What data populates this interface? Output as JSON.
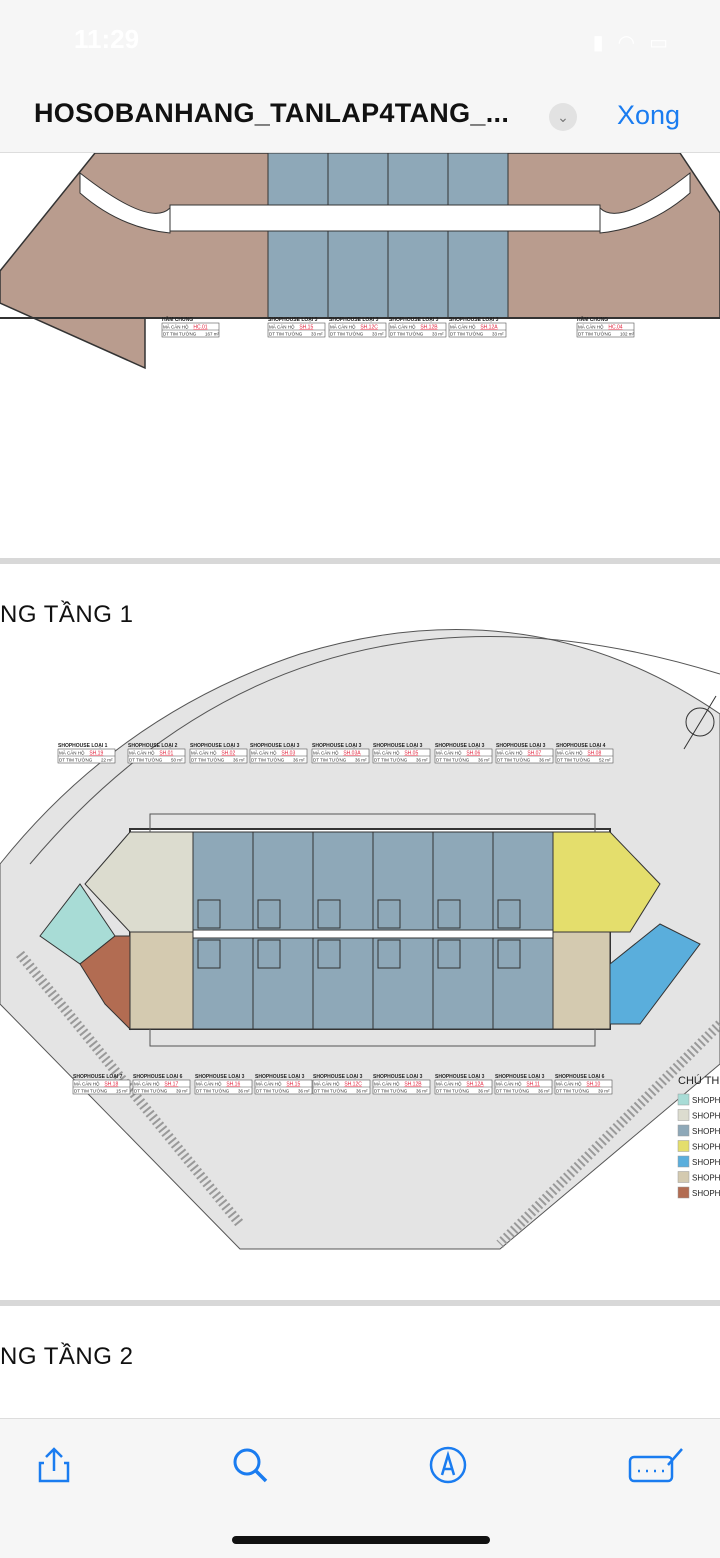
{
  "status_bar": {
    "time": "11:29"
  },
  "header": {
    "title": "HOSOBANHANG_TANLAP4TANG_...",
    "menu_icon": "chevron-down-icon",
    "done_label": "Xong"
  },
  "colors": {
    "accent": "#1a7cf0",
    "shophouse_type1": "#a8dcd6",
    "shophouse_type2": "#dcdccf",
    "shophouse_type3": "#8ea8b8",
    "shophouse_type4": "#e4de6c",
    "shophouse_type5": "#5aaedc",
    "shophouse_type6": "#d4cab0",
    "shophouse_type7": "#b26c52",
    "common_basement": "#b99c8e"
  },
  "basement": {
    "labels": [
      {
        "type": "HẦM CHUNG",
        "code_label": "MÃ CĂN HỘ",
        "code": "HC.01",
        "area_label": "DT TIM TƯỜNG",
        "area": "167 m²"
      },
      {
        "type": "SHOPHOUSE LOẠI 3",
        "code_label": "MÃ CĂN HỘ",
        "code": "SH.15",
        "area_label": "DT TIM TƯỜNG",
        "area": "33 m²"
      },
      {
        "type": "SHOPHOUSE LOẠI 3",
        "code_label": "MÃ CĂN HỘ",
        "code": "SH.12C",
        "area_label": "DT TIM TƯỜNG",
        "area": "33 m²"
      },
      {
        "type": "SHOPHOUSE LOẠI 3",
        "code_label": "MÃ CĂN HỘ",
        "code": "SH.12B",
        "area_label": "DT TIM TƯỜNG",
        "area": "33 m²"
      },
      {
        "type": "SHOPHOUSE LOẠI 3",
        "code_label": "MÃ CĂN HỘ",
        "code": "SH.12A",
        "area_label": "DT TIM TƯỜNG",
        "area": "33 m²"
      },
      {
        "type": "HẦM CHUNG",
        "code_label": "MÃ CĂN HỘ",
        "code": "HC.04",
        "area_label": "DT TIM TƯỜNG",
        "area": "102 m²"
      }
    ]
  },
  "floor1": {
    "title": "NG TẦNG 1",
    "top_labels": [
      {
        "type": "SHOPHOUSE LOẠI 1",
        "code_label": "MÃ CĂN HỘ",
        "code": "SH.19",
        "area_label": "DT TIM TƯỜNG",
        "area": "22 m²"
      },
      {
        "type": "SHOPHOUSE LOẠI 2",
        "code_label": "MÃ CĂN HỘ",
        "code": "SH.01",
        "area_label": "DT TIM TƯỜNG",
        "area": "50 m²"
      },
      {
        "type": "SHOPHOUSE LOẠI 3",
        "code_label": "MÃ CĂN HỘ",
        "code": "SH.02",
        "area_label": "DT TIM TƯỜNG",
        "area": "36 m²"
      },
      {
        "type": "SHOPHOUSE LOẠI 3",
        "code_label": "MÃ CĂN HỘ",
        "code": "SH.03",
        "area_label": "DT TIM TƯỜNG",
        "area": "36 m²"
      },
      {
        "type": "SHOPHOUSE LOẠI 3",
        "code_label": "MÃ CĂN HỘ",
        "code": "SH.03A",
        "area_label": "DT TIM TƯỜNG",
        "area": "36 m²"
      },
      {
        "type": "SHOPHOUSE LOẠI 3",
        "code_label": "MÃ CĂN HỘ",
        "code": "SH.05",
        "area_label": "DT TIM TƯỜNG",
        "area": "36 m²"
      },
      {
        "type": "SHOPHOUSE LOẠI 3",
        "code_label": "MÃ CĂN HỘ",
        "code": "SH.06",
        "area_label": "DT TIM TƯỜNG",
        "area": "36 m²"
      },
      {
        "type": "SHOPHOUSE LOẠI 3",
        "code_label": "MÃ CĂN HỘ",
        "code": "SH.07",
        "area_label": "DT TIM TƯỜNG",
        "area": "36 m²"
      },
      {
        "type": "SHOPHOUSE LOẠI 4",
        "code_label": "MÃ CĂN HỘ",
        "code": "SH.08",
        "area_label": "DT TIM TƯỜNG",
        "area": "52 m²"
      }
    ],
    "bottom_labels": [
      {
        "type": "SHOPHOUSE LOẠI 7",
        "code_label": "MÃ CĂN HỘ",
        "code": "SH.18",
        "area_label": "DT TIM TƯỜNG",
        "area": "15 m²"
      },
      {
        "type": "SHOPHOUSE LOẠI 6",
        "code_label": "MÃ CĂN HỘ",
        "code": "SH.17",
        "area_label": "DT TIM TƯỜNG",
        "area": "39 m²"
      },
      {
        "type": "SHOPHOUSE LOẠI 3",
        "code_label": "MÃ CĂN HỘ",
        "code": "SH.16",
        "area_label": "DT TIM TƯỜNG",
        "area": "36 m²"
      },
      {
        "type": "SHOPHOUSE LOẠI 3",
        "code_label": "MÃ CĂN HỘ",
        "code": "SH.15",
        "area_label": "DT TIM TƯỜNG",
        "area": "36 m²"
      },
      {
        "type": "SHOPHOUSE LOẠI 3",
        "code_label": "MÃ CĂN HỘ",
        "code": "SH.12C",
        "area_label": "DT TIM TƯỜNG",
        "area": "36 m²"
      },
      {
        "type": "SHOPHOUSE LOẠI 3",
        "code_label": "MÃ CĂN HỘ",
        "code": "SH.12B",
        "area_label": "DT TIM TƯỜNG",
        "area": "36 m²"
      },
      {
        "type": "SHOPHOUSE LOẠI 3",
        "code_label": "MÃ CĂN HỘ",
        "code": "SH.12A",
        "area_label": "DT TIM TƯỜNG",
        "area": "36 m²"
      },
      {
        "type": "SHOPHOUSE LOẠI 3",
        "code_label": "MÃ CĂN HỘ",
        "code": "SH.11",
        "area_label": "DT TIM TƯỜNG",
        "area": "36 m²"
      },
      {
        "type": "SHOPHOUSE LOẠI 6",
        "code_label": "MÃ CĂN HỘ",
        "code": "SH.10",
        "area_label": "DT TIM TƯỜNG",
        "area": "39 m²"
      }
    ],
    "legend": {
      "title": "CHÚ TH",
      "items": [
        {
          "label": "SHOPH",
          "color": "#a8dcd6"
        },
        {
          "label": "SHOPH",
          "color": "#dcdccf"
        },
        {
          "label": "SHOPH",
          "color": "#8ea8b8"
        },
        {
          "label": "SHOPH",
          "color": "#e4de6c"
        },
        {
          "label": "SHOPH",
          "color": "#5aaedc"
        },
        {
          "label": "SHOPH",
          "color": "#d4cab0"
        },
        {
          "label": "SHOPH",
          "color": "#b26c52"
        }
      ]
    }
  },
  "floor2": {
    "title": "NG TẦNG 2"
  },
  "toolbar": {
    "share": "share-icon",
    "search": "search-icon",
    "markup": "markup-icon",
    "signature": "signature-icon"
  }
}
